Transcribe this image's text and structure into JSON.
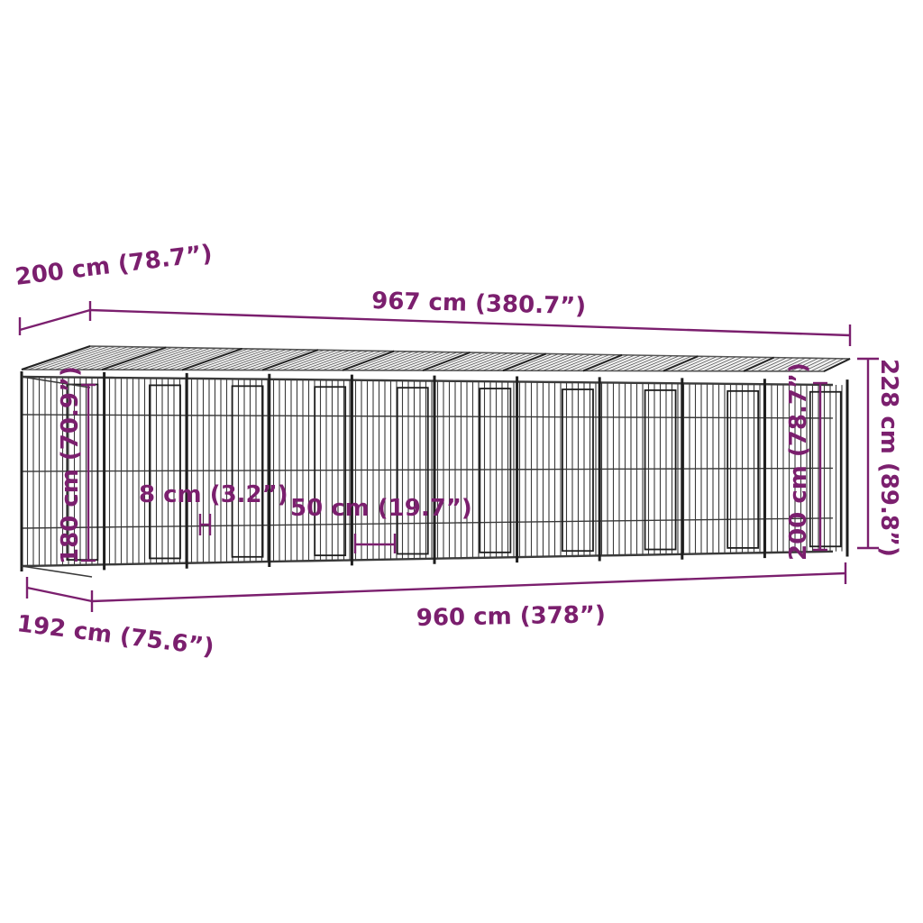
{
  "colors": {
    "dimension": "#7b1f6e",
    "kennel": "#3a3a3a",
    "roof": "#555555",
    "background": "#ffffff"
  },
  "dimensions": {
    "roof_depth": "200 cm (78.7”)",
    "roof_length": "967 cm (380.7”)",
    "total_height": "228 cm (89.8”)",
    "base_depth": "192 cm (75.6”)",
    "base_length": "960 cm (378”)",
    "wall_height": "180 cm (70.9”)",
    "door_height": "200 cm (78.7”)",
    "bar_spacing": "8 cm (3.2”)",
    "door_width": "50 cm (19.7”)"
  },
  "kennel": {
    "panel_count": 10
  }
}
